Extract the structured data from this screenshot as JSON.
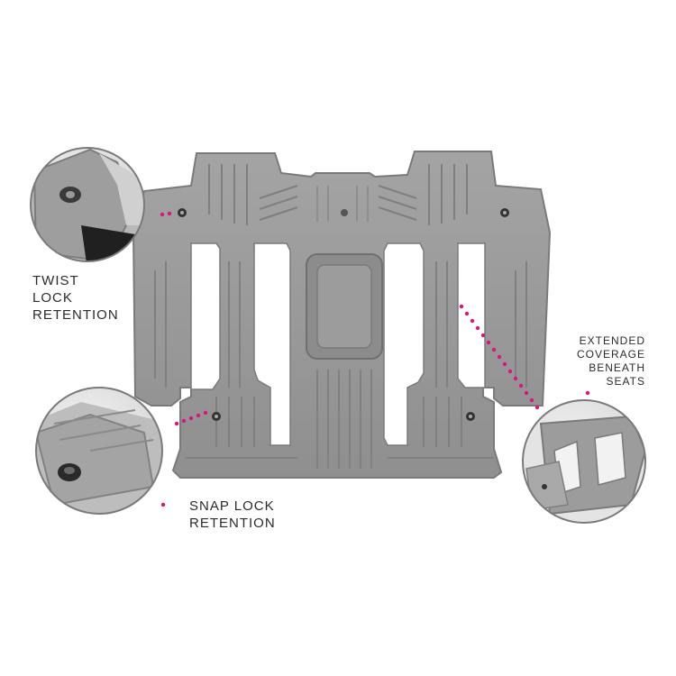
{
  "callouts": {
    "twist_lock": {
      "line1": "TWIST",
      "line2": "LOCK",
      "line3": "RETENTION"
    },
    "snap_lock": {
      "line1": "SNAP LOCK",
      "line2": "RETENTION"
    },
    "extended": {
      "line1": "EXTENDED",
      "line2": "COVERAGE",
      "line3": "BENEATH",
      "line4": "SEATS"
    }
  },
  "colors": {
    "mat_fill": "#9a9a9a",
    "mat_dark": "#7d7d7d",
    "mat_light": "#b4b4b4",
    "accent_dots": "#d6177f",
    "text": "#2b2b2b"
  }
}
